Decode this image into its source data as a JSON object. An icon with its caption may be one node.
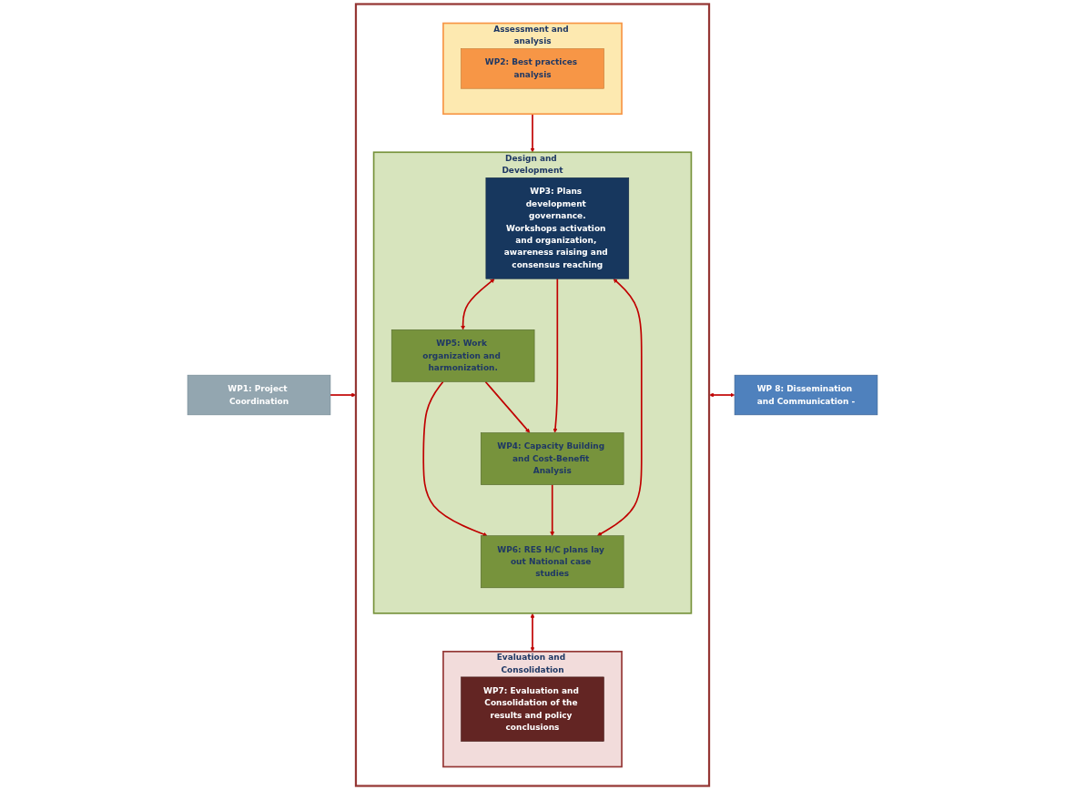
{
  "diagram": {
    "nodes": [
      {
        "text": [
          "WP1: Project Coordination"
        ]
      },
      {
        "text": [],
        "shape": "box"
      },
      {
        "text": [
          "Assessment and analysis"
        ],
        "in": 1
      },
      {
        "text": [
          "WP2: Best practices analysis"
        ],
        "in": 2
      },
      {
        "text": [
          "Design and Development"
        ],
        "in": 1
      },
      {
        "text": [
          "WP3: Plans development governance.",
          "Workshops activation and organization, awareness raising and consensus reaching"
        ],
        "in": 4
      },
      {
        "text": [
          "WP5: Work organization and harmonization."
        ],
        "in": 4
      },
      {
        "text": [
          "WP4: Capacity Building and Cost-Benefit Analysis"
        ],
        "in": 4
      },
      {
        "text": [
          "WP6: RES H/C plans lay out National case studies"
        ],
        "in": 4
      },
      {
        "text": [
          "Evaluation and Consolidation"
        ],
        "in": 1
      },
      {
        "text": [
          "WP7: Evaluation and Consolidation of the results and policy conclusions"
        ],
        "in": 9
      },
      {
        "text": [
          "WP 8: Dissemination and Communication -"
        ]
      }
    ],
    "edges": [
      {
        "from": 0,
        "to": 1,
        "arrow": "to"
      },
      {
        "from": 2,
        "to": 4,
        "arrow": "to"
      },
      {
        "from": 5,
        "to": 6,
        "arrow": "both"
      },
      {
        "from": 6,
        "to": 7,
        "arrow": "to"
      },
      {
        "from": 5,
        "to": 7,
        "arrow": "to"
      },
      {
        "from": 6,
        "to": 8,
        "arrow": "to"
      },
      {
        "from": 7,
        "to": 8,
        "arrow": "to"
      },
      {
        "from": 5,
        "to": 8,
        "arrow": "both"
      },
      {
        "from": 4,
        "to": 9,
        "arrow": "both"
      },
      {
        "from": 1,
        "to": 11,
        "arrow": "both"
      }
    ]
  }
}
